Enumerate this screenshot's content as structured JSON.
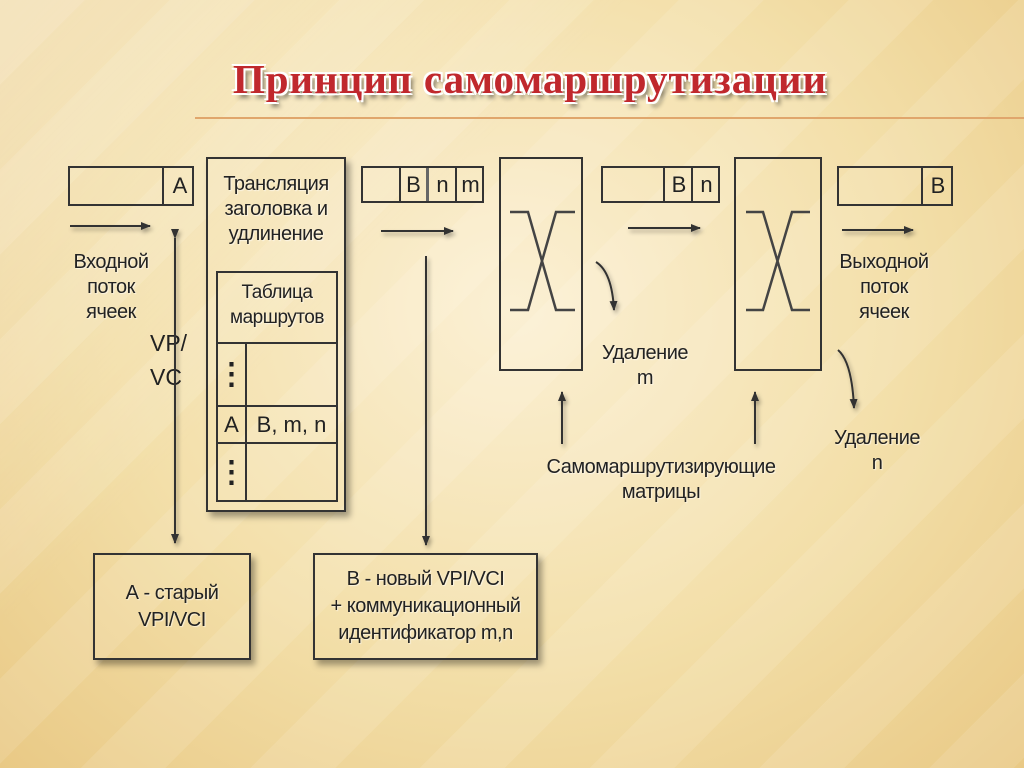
{
  "title": "Принцип самомаршрутизации",
  "input_cell": {
    "label": "A"
  },
  "input_stream_label": [
    "Входной",
    "поток",
    "ячеек"
  ],
  "vpvc_label": [
    "VP/",
    "VC"
  ],
  "translation_block": {
    "title": [
      "Трансляция",
      "заголовка и",
      "удлинение"
    ],
    "routing_table": {
      "header": [
        "Таблица",
        "маршрутов"
      ],
      "rows": [
        {
          "key": "⋮",
          "value": ""
        },
        {
          "key": "A",
          "value": "B, m, n"
        },
        {
          "key": "⋮",
          "value": ""
        }
      ]
    }
  },
  "cell_after_translation": {
    "labels": [
      "B",
      "n",
      "m"
    ]
  },
  "cell_after_matrix1": {
    "labels": [
      "B",
      "n"
    ]
  },
  "output_cell": {
    "label": "B"
  },
  "output_stream_label": [
    "Выходной",
    "поток",
    "ячеек"
  ],
  "removal_m": [
    "Удаление",
    "m"
  ],
  "removal_n": [
    "Удаление",
    "n"
  ],
  "matrices_label": [
    "Самомаршрутизирующие",
    "матрицы"
  ],
  "note_old": [
    "А - старый",
    "VPI/VCI"
  ],
  "note_new": [
    "B - новый VPI/VCI",
    "+ коммуникационный",
    "идентификатор m,n"
  ]
}
